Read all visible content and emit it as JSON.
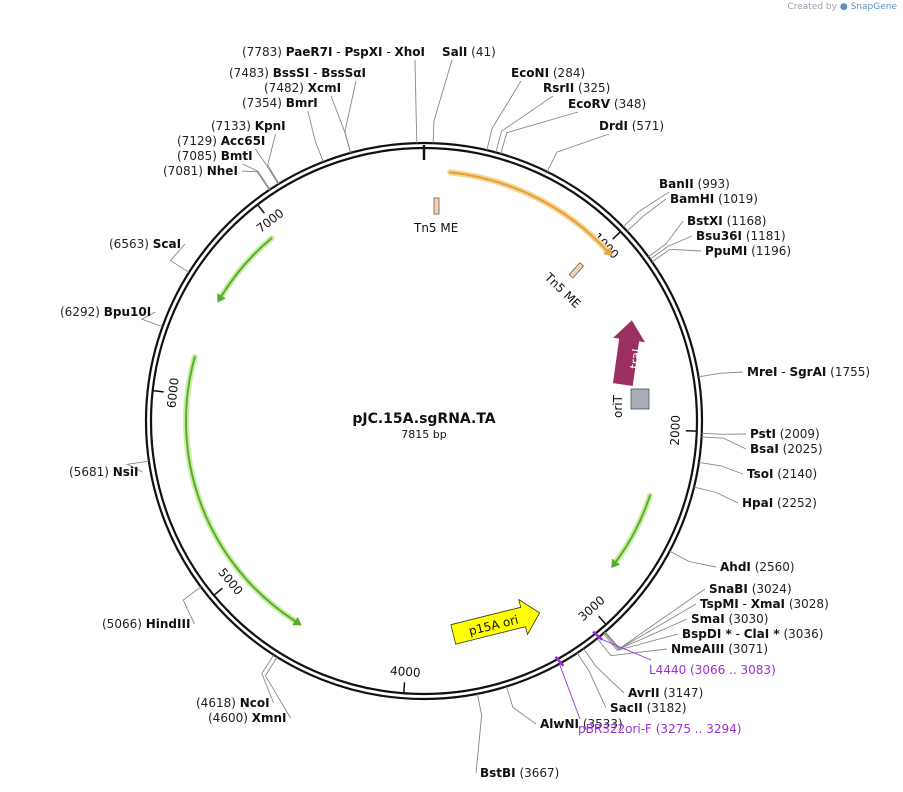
{
  "credit": {
    "prefix": "Created by",
    "brand": "SnapGene"
  },
  "plasmid": {
    "name": "pJC.15A.sgRNA.TA",
    "length_label": "7815 bp",
    "length": 7815
  },
  "ticks": [
    {
      "bp": 1000,
      "label": "1000"
    },
    {
      "bp": 2000,
      "label": "2000"
    },
    {
      "bp": 3000,
      "label": "3000"
    },
    {
      "bp": 4000,
      "label": "4000"
    },
    {
      "bp": 5000,
      "label": "5000"
    },
    {
      "bp": 6000,
      "label": "6000"
    },
    {
      "bp": 7000,
      "label": "7000"
    }
  ],
  "enzymes": [
    {
      "names": [
        "PaeR7I",
        "PspXI",
        "XhoI"
      ],
      "pos": "(7783)",
      "bp": 7783,
      "side": "left"
    },
    {
      "names": [
        "SalI"
      ],
      "pos": "(41)",
      "bp": 41,
      "side": "right"
    },
    {
      "names": [
        "BssSI",
        "BssSαI"
      ],
      "pos": "(7483)",
      "bp": 7483,
      "side": "left"
    },
    {
      "names": [
        "EcoNI"
      ],
      "pos": "(284)",
      "bp": 284,
      "side": "right"
    },
    {
      "names": [
        "XcmI"
      ],
      "pos": "(7482)",
      "bp": 7482,
      "side": "left"
    },
    {
      "names": [
        "RsrII"
      ],
      "pos": "(325)",
      "bp": 325,
      "side": "right"
    },
    {
      "names": [
        "BmrI"
      ],
      "pos": "(7354)",
      "bp": 7354,
      "side": "left"
    },
    {
      "names": [
        "EcoRV"
      ],
      "pos": "(348)",
      "bp": 348,
      "side": "right"
    },
    {
      "names": [
        "KpnI"
      ],
      "pos": "(7133)",
      "bp": 7133,
      "side": "left"
    },
    {
      "names": [
        "DrdI"
      ],
      "pos": "(571)",
      "bp": 571,
      "side": "right"
    },
    {
      "names": [
        "Acc65I"
      ],
      "pos": "(7129)",
      "bp": 7129,
      "side": "left"
    },
    {
      "names": [
        "BmtI"
      ],
      "pos": "(7085)",
      "bp": 7085,
      "side": "left"
    },
    {
      "names": [
        "NheI"
      ],
      "pos": "(7081)",
      "bp": 7081,
      "side": "left"
    },
    {
      "names": [
        "BanII"
      ],
      "pos": "(993)",
      "bp": 993,
      "side": "right"
    },
    {
      "names": [
        "BamHI"
      ],
      "pos": "(1019)",
      "bp": 1019,
      "side": "right"
    },
    {
      "names": [
        "BstXI"
      ],
      "pos": "(1168)",
      "bp": 1168,
      "side": "right"
    },
    {
      "names": [
        "Bsu36I"
      ],
      "pos": "(1181)",
      "bp": 1181,
      "side": "right"
    },
    {
      "names": [
        "PpuMI"
      ],
      "pos": "(1196)",
      "bp": 1196,
      "side": "right"
    },
    {
      "names": [
        "ScaI"
      ],
      "pos": "(6563)",
      "bp": 6563,
      "side": "left"
    },
    {
      "names": [
        "Bpu10I"
      ],
      "pos": "(6292)",
      "bp": 6292,
      "side": "left"
    },
    {
      "names": [
        "MreI",
        "SgrAI"
      ],
      "pos": "(1755)",
      "bp": 1755,
      "side": "right"
    },
    {
      "names": [
        "PstI"
      ],
      "pos": "(2009)",
      "bp": 2009,
      "side": "right"
    },
    {
      "names": [
        "BsaI"
      ],
      "pos": "(2025)",
      "bp": 2025,
      "side": "right"
    },
    {
      "names": [
        "NsiI"
      ],
      "pos": "(5681)",
      "bp": 5681,
      "side": "left"
    },
    {
      "names": [
        "TsoI"
      ],
      "pos": "(2140)",
      "bp": 2140,
      "side": "right"
    },
    {
      "names": [
        "HpaI"
      ],
      "pos": "(2252)",
      "bp": 2252,
      "side": "right"
    },
    {
      "names": [
        "AhdI"
      ],
      "pos": "(2560)",
      "bp": 2560,
      "side": "right"
    },
    {
      "names": [
        "SnaBI"
      ],
      "pos": "(3024)",
      "bp": 3024,
      "side": "right"
    },
    {
      "names": [
        "TspMI",
        "XmaI"
      ],
      "pos": "(3028)",
      "bp": 3028,
      "side": "right"
    },
    {
      "names": [
        "SmaI"
      ],
      "pos": "(3030)",
      "bp": 3030,
      "side": "right"
    },
    {
      "names": [
        "BspDI *",
        "ClaI *"
      ],
      "pos": "(3036)",
      "bp": 3036,
      "side": "right"
    },
    {
      "names": [
        "NmeAIII"
      ],
      "pos": "(3071)",
      "bp": 3071,
      "side": "right"
    },
    {
      "names": [
        "HindIII"
      ],
      "pos": "(5066)",
      "bp": 5066,
      "side": "left"
    },
    {
      "names": [
        "AvrII"
      ],
      "pos": "(3147)",
      "bp": 3147,
      "side": "right"
    },
    {
      "names": [
        "SacII"
      ],
      "pos": "(3182)",
      "bp": 3182,
      "side": "right"
    },
    {
      "names": [
        "NcoI"
      ],
      "pos": "(4618)",
      "bp": 4618,
      "side": "left"
    },
    {
      "names": [
        "XmnI"
      ],
      "pos": "(4600)",
      "bp": 4600,
      "side": "left"
    },
    {
      "names": [
        "AlwNI"
      ],
      "pos": "(3533)",
      "bp": 3533,
      "side": "right"
    },
    {
      "names": [
        "BstBI"
      ],
      "pos": "(3667)",
      "bp": 3667,
      "side": "right"
    }
  ],
  "primers": [
    {
      "name": "L4440",
      "pos": "(3066 .. 3083)",
      "bp": 3066
    },
    {
      "name": "pBR322ori-F",
      "pos": "(3275 .. 3294)",
      "bp": 3275
    }
  ],
  "features": [
    {
      "label": "Tn5 ME",
      "bp": 200,
      "color": "#f3d3b6"
    },
    {
      "label": "Tn5 ME",
      "bp": 1080,
      "color": "#f3d3b6"
    },
    {
      "label": "traJ",
      "color": "#9b2f63"
    },
    {
      "label": "oriT",
      "color": "#a6adb4"
    },
    {
      "label": "p15A ori",
      "color": "#ffff00"
    }
  ],
  "colors": {
    "orf_green": "#5aad2b",
    "orf_glow": "#c9eea6",
    "orange_arrow": "#e4a23a",
    "primer": "#9b30d9"
  }
}
